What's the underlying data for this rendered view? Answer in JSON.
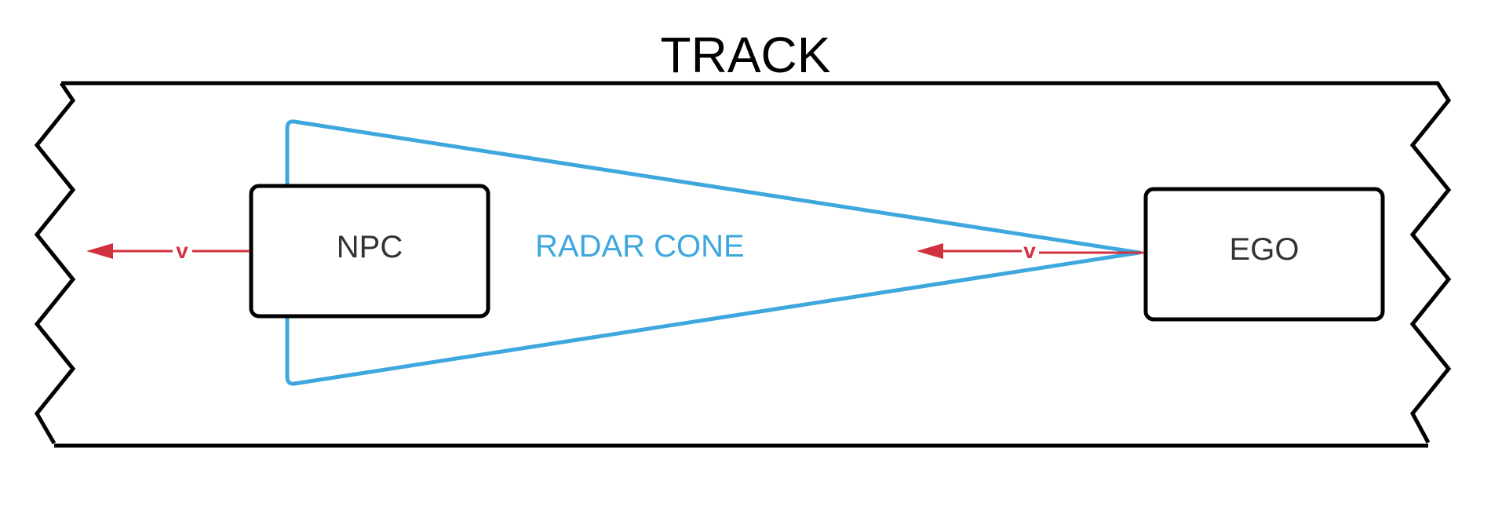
{
  "title": "TRACK",
  "npc": {
    "label": "NPC"
  },
  "ego": {
    "label": "EGO"
  },
  "radar_cone": {
    "label": "RADAR CONE"
  },
  "velocity": {
    "npc_label": "v",
    "ego_label": "v"
  },
  "colors": {
    "outline": "#000000",
    "cone": "#3ea7dd",
    "arrow": "#d0313f",
    "box_text": "#333333"
  }
}
